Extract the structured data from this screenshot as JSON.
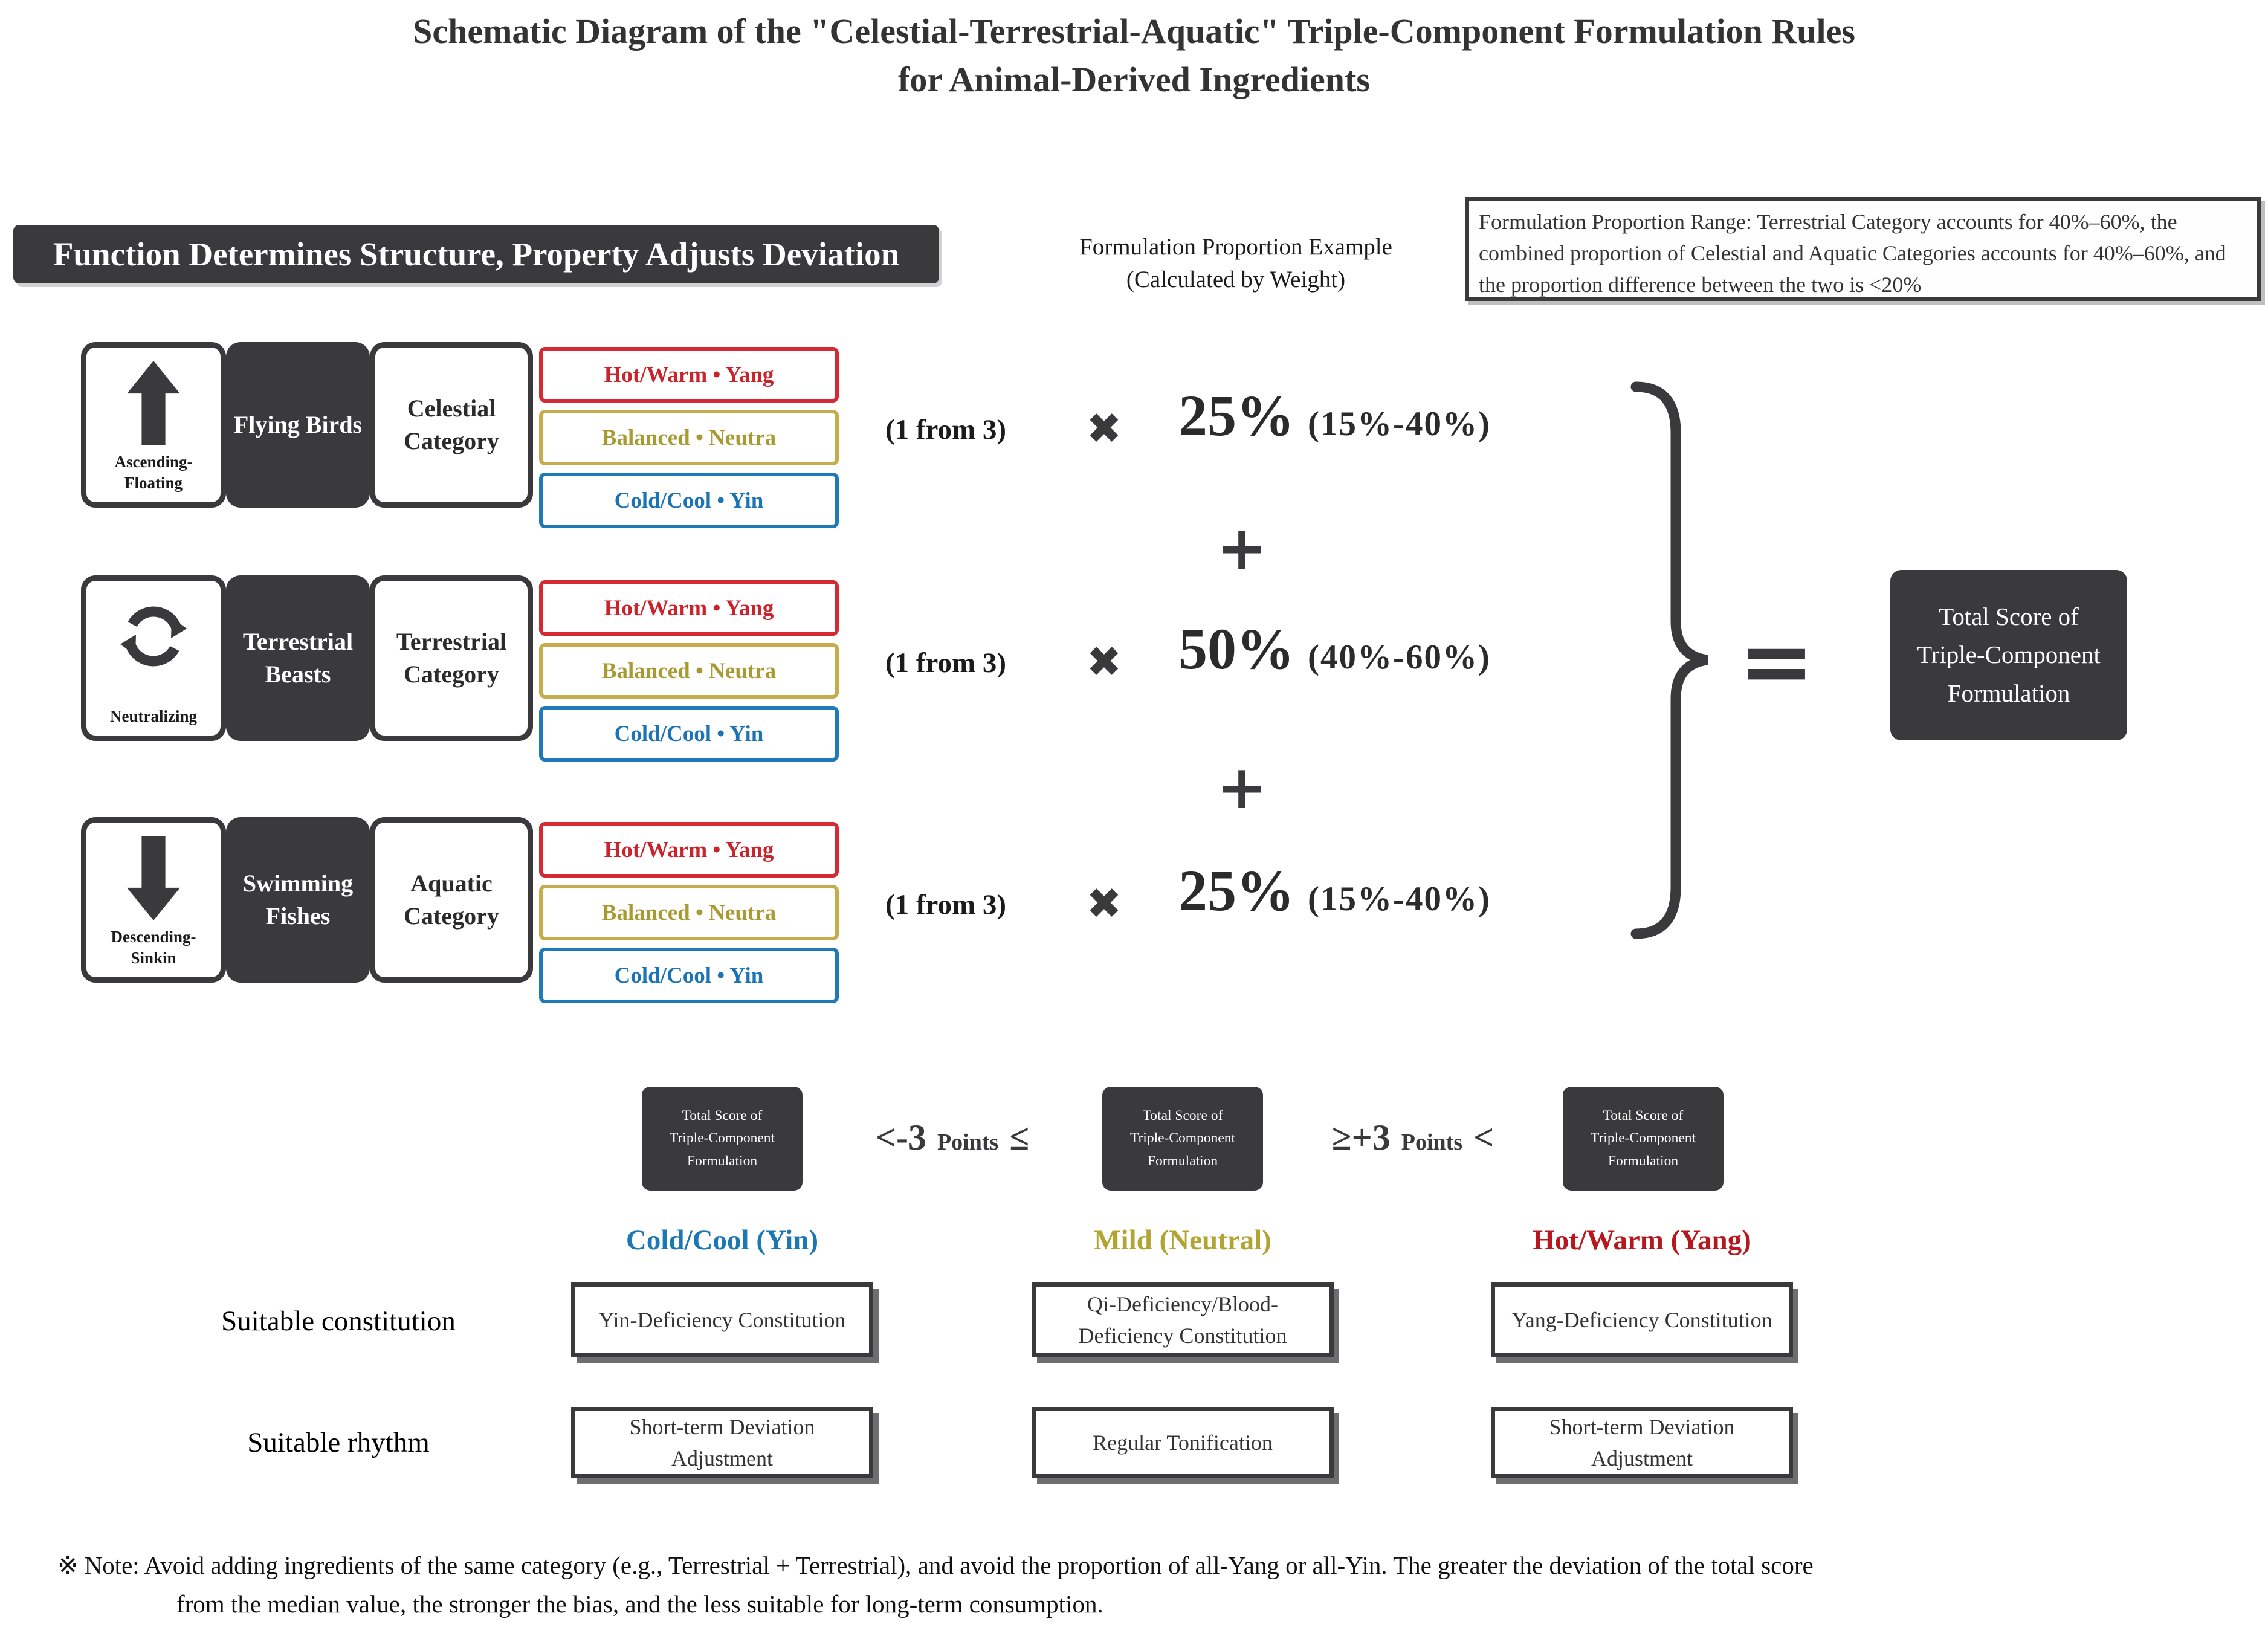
{
  "title": {
    "line1": "Schematic Diagram of the \"Celestial-Terrestrial-Aquatic\" Triple-Component Formulation Rules",
    "line2": "for Animal-Derived Ingredients"
  },
  "banner": {
    "label": "Function Determines Structure, Property Adjusts Deviation"
  },
  "proportion_example": {
    "line1": "Formulation Proportion Example",
    "line2": "(Calculated by Weight)"
  },
  "proportion_range": {
    "text": "Formulation Proportion Range: Terrestrial Category accounts for 40%–60%, the combined proportion of Celestial and Aquatic Categories accounts for 40%–60%, and the proportion difference between the two is <20%"
  },
  "properties": [
    {
      "label": "Hot/Warm • Yang",
      "color": "#c9232b"
    },
    {
      "label": "Balanced • Neutra",
      "color": "#a89a31"
    },
    {
      "label": "Cold/Cool • Yin",
      "color": "#1d74b4"
    }
  ],
  "rows": [
    {
      "icon": "up-arrow-icon",
      "function_line1": "Ascending-",
      "function_line2": "Floating",
      "animal": "Flying Birds",
      "category": "Celestial Category",
      "choose": "(1 from 3)",
      "percent": "25%",
      "range": "(15%-40%)"
    },
    {
      "icon": "cycle-arrows-icon",
      "function_line1": "Neutralizing",
      "function_line2": "",
      "animal": "Terrestrial Beasts",
      "category": "Terrestrial Category",
      "choose": "(1 from 3)",
      "percent": "50%",
      "range": "(40%-60%)"
    },
    {
      "icon": "down-arrow-icon",
      "function_line1": "Descending-",
      "function_line2": "Sinkin",
      "animal": "Swimming Fishes",
      "category": "Aquatic Category",
      "choose": "(1 from 3)",
      "percent": "25%",
      "range": "(15%-40%)"
    }
  ],
  "symbols": {
    "times": "✖",
    "plus": "+",
    "equals": "="
  },
  "total_score_box": {
    "line1": "Total Score of",
    "line2": "Triple-Component",
    "line3": "Formulation"
  },
  "score_scale": {
    "box": {
      "line1": "Total Score of",
      "line2": "Triple-Component",
      "line3": "Formulation"
    },
    "left_comparison": {
      "big1": "<-3",
      "mid": "Points",
      "big2": "≤"
    },
    "right_comparison": {
      "big1": "≥+3",
      "mid": "Points",
      "big2": "<"
    },
    "outcomes": [
      {
        "label": "Cold/Cool (Yin)",
        "color": "#1c77b5"
      },
      {
        "label": "Mild (Neutral)",
        "color": "#b3a431"
      },
      {
        "label": "Hot/Warm (Yang)",
        "color": "#b7181e"
      }
    ]
  },
  "suitability": {
    "constitution_label": "Suitable constitution",
    "rhythm_label": "Suitable rhythm",
    "constitutions": [
      "Yin-Deficiency Constitution",
      "Qi-Deficiency/Blood-Deficiency Constitution",
      "Yang-Deficiency Constitution"
    ],
    "rhythms": [
      "Short-term Deviation Adjustment",
      "Regular Tonification",
      "Short-term Deviation Adjustment"
    ]
  },
  "note": {
    "line1": "※ Note: Avoid adding ingredients of the same category (e.g., Terrestrial + Terrestrial), and avoid the proportion of all-Yang or all-Yin. The greater the deviation of the total score",
    "line2": "from the median value, the stronger the bias, and the less suitable for long-term consumption."
  },
  "palette": {
    "dark": "#3a3a3c",
    "red": "#c9232b",
    "gold": "#b3a431",
    "blue": "#1d74b4",
    "background": "#ffffff"
  }
}
